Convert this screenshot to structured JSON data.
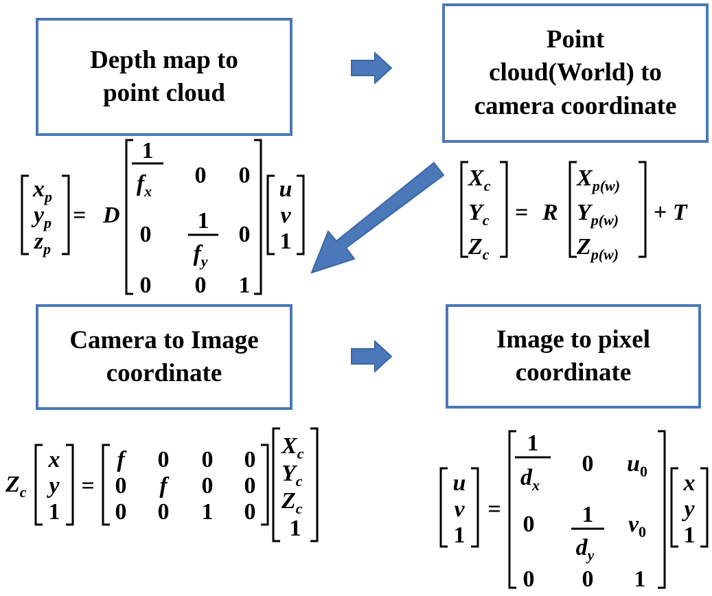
{
  "boxes": {
    "depth_map": {
      "line1": "Depth map to",
      "line2": "point cloud"
    },
    "point_cloud": {
      "line1": "Point",
      "line2": "cloud(World) to",
      "line3": "camera coordinate"
    },
    "camera_image": {
      "line1": "Camera to Image",
      "line2": "coordinate"
    },
    "image_pixel": {
      "line1": "Image to pixel",
      "line2": "coordinate"
    }
  },
  "equations": {
    "eq1": {
      "lhs": [
        "x_p",
        "y_p",
        "z_p"
      ],
      "scalar": "D",
      "matrix": [
        [
          "1/f_x",
          "0",
          "0"
        ],
        [
          "0",
          "1/f_y",
          "0"
        ],
        [
          "0",
          "0",
          "1"
        ]
      ],
      "vector": [
        "u",
        "v",
        "1"
      ]
    },
    "eq2": {
      "lhs": [
        "X_c",
        "Y_c",
        "Z_c"
      ],
      "scalar": "R",
      "vector": [
        "X_p(w)",
        "Y_p(w)",
        "Z_p(w)"
      ],
      "plus": "+ T"
    },
    "eq3": {
      "prefix": "Z_c",
      "lhs": [
        "x",
        "y",
        "1"
      ],
      "matrix": [
        [
          "f",
          "0",
          "0",
          "0"
        ],
        [
          "0",
          "f",
          "0",
          "0"
        ],
        [
          "0",
          "0",
          "1",
          "0"
        ]
      ],
      "vector": [
        "X_c",
        "Y_c",
        "Z_c",
        "1"
      ]
    },
    "eq4": {
      "lhs": [
        "u",
        "v",
        "1"
      ],
      "matrix": [
        [
          "1/d_x",
          "0",
          "u_0"
        ],
        [
          "0",
          "1/d_y",
          "v_0"
        ],
        [
          "0",
          "0",
          "1"
        ]
      ],
      "vector": [
        "x",
        "y",
        "1"
      ]
    }
  },
  "colors": {
    "box_border": "#4a78b8",
    "arrow": "#4a78b8",
    "arrow_stroke": "#3a66a5"
  }
}
